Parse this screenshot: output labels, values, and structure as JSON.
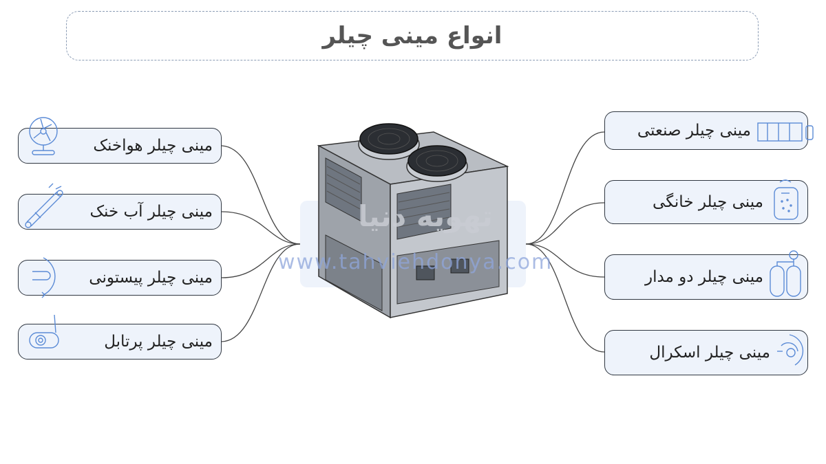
{
  "title": "انواع مینی چیلر",
  "left_items": [
    {
      "label": "مینی چیلر هواخنک",
      "icon": "fan-icon"
    },
    {
      "label": "مینی چیلر آب خنک",
      "icon": "water-pipe-icon"
    },
    {
      "label": "مینی چیلر پیستونی",
      "icon": "piston-icon"
    },
    {
      "label": "مینی چیلر پرتابل",
      "icon": "portable-unit-icon"
    }
  ],
  "right_items": [
    {
      "label": "مینی چیلر صنعتی",
      "icon": "industrial-unit-icon"
    },
    {
      "label": "مینی چیلر خانگی",
      "icon": "home-unit-icon"
    },
    {
      "label": "مینی چیلر دو مدار",
      "icon": "dual-circuit-icon"
    },
    {
      "label": "مینی چیلر اسکرال",
      "icon": "scroll-compressor-icon"
    }
  ],
  "watermark": {
    "fa": "تهویه دنیا",
    "url": "www.tahviehdonya.com"
  },
  "colors": {
    "pill_fill": "#eef3fb",
    "pill_border": "#2f3640",
    "icon_blue": "#5b8bd6",
    "dashed_border": "#8a9bb4"
  }
}
